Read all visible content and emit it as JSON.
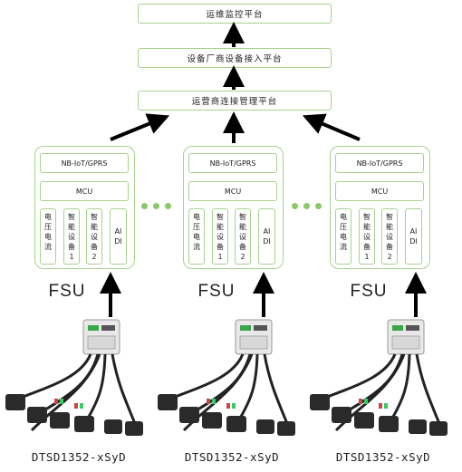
{
  "platforms": {
    "monitoring": "运维监控平台",
    "vendor_access": "设备厂商设备接入平台",
    "operator_management": "运营商连接管理平台"
  },
  "fsu_units": [
    {
      "comm": "NB-IoT/GPRS",
      "mcu": "MCU",
      "inputs": [
        "电压电流",
        "智能设备1",
        "智能设备2",
        "AI DI"
      ],
      "label": "FSU",
      "device": "DTSD1352-xSyD"
    },
    {
      "comm": "NB-IoT/GPRS",
      "mcu": "MCU",
      "inputs": [
        "电压电流",
        "智能设备1",
        "智能设备2",
        "AI DI"
      ],
      "label": "FSU",
      "device": "DTSD1352-xSyD"
    },
    {
      "comm": "NB-IoT/GPRS",
      "mcu": "MCU",
      "inputs": [
        "电压电流",
        "智能设备1",
        "智能设备2",
        "AI DI"
      ],
      "label": "FSU",
      "device": "DTSD1352-xSyD"
    }
  ],
  "colors": {
    "box_border": "#a6d38d",
    "dots": "#8cc76a",
    "arrow": "#000000",
    "meter_body": "#e8e8e8",
    "meter_accent": "#3aa64a"
  }
}
